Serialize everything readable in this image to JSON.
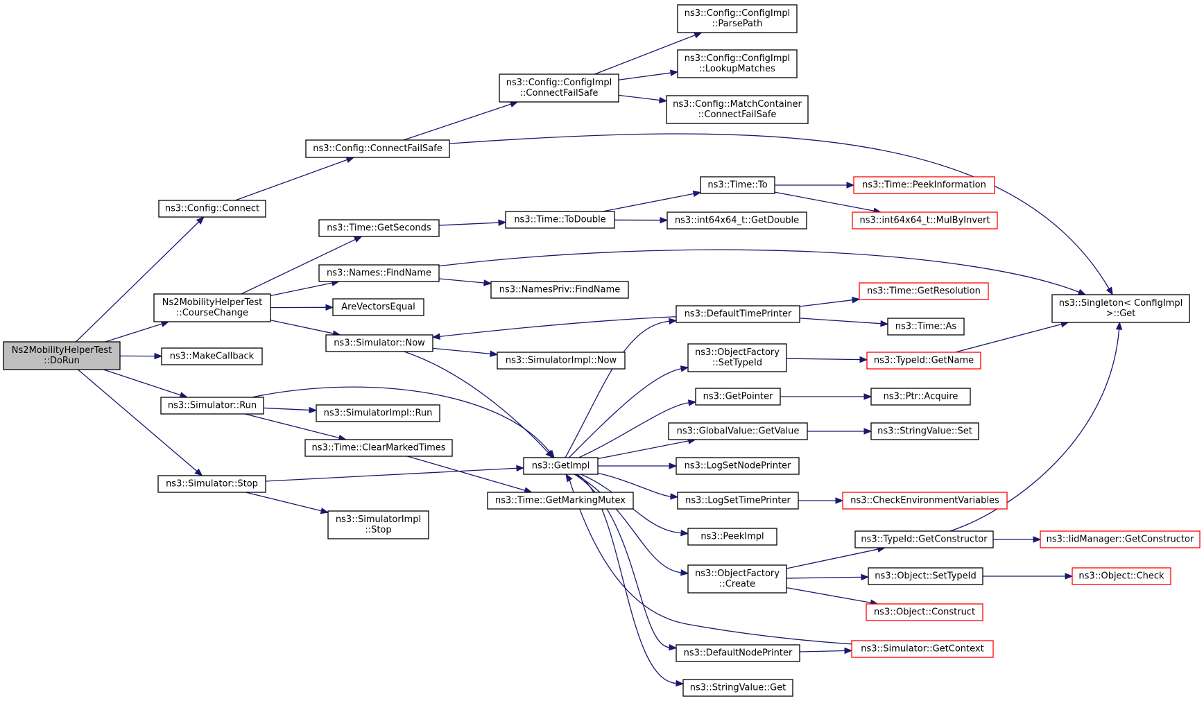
{
  "colors": {
    "edge": "#191970",
    "border_ok": "#000000",
    "border_truncated": "#ff0000",
    "root_fill": "#bfbfbf"
  },
  "nodes": [
    {
      "id": "dorun",
      "lines": [
        "Ns2MobilityHelperTest",
        "::DoRun"
      ],
      "style": "root"
    },
    {
      "id": "config_connect",
      "lines": [
        "ns3::Config::Connect"
      ]
    },
    {
      "id": "course_change",
      "lines": [
        "Ns2MobilityHelperTest",
        "::CourseChange"
      ]
    },
    {
      "id": "make_callback",
      "lines": [
        "ns3::MakeCallback"
      ]
    },
    {
      "id": "sim_run",
      "lines": [
        "ns3::Simulator::Run"
      ]
    },
    {
      "id": "sim_stop",
      "lines": [
        "ns3::Simulator::Stop"
      ]
    },
    {
      "id": "config_cfs",
      "lines": [
        "ns3::Config::ConnectFailSafe"
      ]
    },
    {
      "id": "cfgimpl_cfs",
      "lines": [
        "ns3::Config::ConfigImpl",
        "::ConnectFailSafe"
      ]
    },
    {
      "id": "parse_path",
      "lines": [
        "ns3::Config::ConfigImpl",
        "::ParsePath"
      ]
    },
    {
      "id": "lookup_matches",
      "lines": [
        "ns3::Config::ConfigImpl",
        "::LookupMatches"
      ]
    },
    {
      "id": "match_cfs",
      "lines": [
        "ns3::Config::MatchContainer",
        "::ConnectFailSafe"
      ]
    },
    {
      "id": "singleton_get",
      "lines": [
        "ns3::Singleton< ConfigImpl",
        ">::Get"
      ]
    },
    {
      "id": "time_getseconds",
      "lines": [
        "ns3::Time::GetSeconds"
      ]
    },
    {
      "id": "time_todouble",
      "lines": [
        "ns3::Time::ToDouble"
      ]
    },
    {
      "id": "time_to",
      "lines": [
        "ns3::Time::To"
      ]
    },
    {
      "id": "peek_information",
      "lines": [
        "ns3::Time::PeekInformation"
      ],
      "style": "red"
    },
    {
      "id": "mulbyinvert",
      "lines": [
        "ns3::int64x64_t::MulByInvert"
      ],
      "style": "red"
    },
    {
      "id": "getdouble",
      "lines": [
        "ns3::int64x64_t::GetDouble"
      ]
    },
    {
      "id": "names_findname",
      "lines": [
        "ns3::Names::FindName"
      ]
    },
    {
      "id": "namespriv_findname",
      "lines": [
        "ns3::NamesPriv::FindName"
      ]
    },
    {
      "id": "are_vectors_equal",
      "lines": [
        "AreVectorsEqual"
      ]
    },
    {
      "id": "sim_now",
      "lines": [
        "ns3::Simulator::Now"
      ]
    },
    {
      "id": "simimpl_now",
      "lines": [
        "ns3::SimulatorImpl::Now"
      ]
    },
    {
      "id": "simimpl_run",
      "lines": [
        "ns3::SimulatorImpl::Run"
      ]
    },
    {
      "id": "clear_marked",
      "lines": [
        "ns3::Time::ClearMarkedTimes"
      ]
    },
    {
      "id": "marking_mutex",
      "lines": [
        "ns3::Time::GetMarkingMutex"
      ]
    },
    {
      "id": "simimpl_stop",
      "lines": [
        "ns3::SimulatorImpl",
        "::Stop"
      ]
    },
    {
      "id": "getimpl",
      "lines": [
        "ns3::GetImpl"
      ]
    },
    {
      "id": "default_time_printer",
      "lines": [
        "ns3::DefaultTimePrinter"
      ]
    },
    {
      "id": "get_resolution",
      "lines": [
        "ns3::Time::GetResolution"
      ],
      "style": "red"
    },
    {
      "id": "time_as",
      "lines": [
        "ns3::Time::As"
      ]
    },
    {
      "id": "of_settypeid",
      "lines": [
        "ns3::ObjectFactory",
        "::SetTypeId"
      ]
    },
    {
      "id": "typeid_getname",
      "lines": [
        "ns3::TypeId::GetName"
      ],
      "style": "red"
    },
    {
      "id": "getpointer",
      "lines": [
        "ns3::GetPointer"
      ]
    },
    {
      "id": "ptr_acquire",
      "lines": [
        "ns3::Ptr::Acquire"
      ]
    },
    {
      "id": "gv_getvalue",
      "lines": [
        "ns3::GlobalValue::GetValue"
      ]
    },
    {
      "id": "stringvalue_set",
      "lines": [
        "ns3::StringValue::Set"
      ]
    },
    {
      "id": "logsetnodeprinter",
      "lines": [
        "ns3::LogSetNodePrinter"
      ]
    },
    {
      "id": "logsettimeprinter",
      "lines": [
        "ns3::LogSetTimePrinter"
      ]
    },
    {
      "id": "check_env",
      "lines": [
        "ns3::CheckEnvironmentVariables"
      ],
      "style": "red"
    },
    {
      "id": "peekimpl",
      "lines": [
        "ns3::PeekImpl"
      ]
    },
    {
      "id": "typeid_getconstructor",
      "lines": [
        "ns3::TypeId::GetConstructor"
      ]
    },
    {
      "id": "iidmanager_getconstructor",
      "lines": [
        "ns3::IidManager::GetConstructor"
      ],
      "style": "red"
    },
    {
      "id": "of_create",
      "lines": [
        "ns3::ObjectFactory",
        "::Create"
      ]
    },
    {
      "id": "object_settypeid",
      "lines": [
        "ns3::Object::SetTypeId"
      ]
    },
    {
      "id": "object_check",
      "lines": [
        "ns3::Object::Check"
      ],
      "style": "red"
    },
    {
      "id": "object_construct",
      "lines": [
        "ns3::Object::Construct"
      ],
      "style": "red"
    },
    {
      "id": "sim_getcontext",
      "lines": [
        "ns3::Simulator::GetContext"
      ],
      "style": "red"
    },
    {
      "id": "default_node_printer",
      "lines": [
        "ns3::DefaultNodePrinter"
      ]
    },
    {
      "id": "stringvalue_get",
      "lines": [
        "ns3::StringValue::Get"
      ]
    }
  ],
  "edges": [
    [
      "dorun",
      "config_connect"
    ],
    [
      "dorun",
      "course_change"
    ],
    [
      "dorun",
      "make_callback"
    ],
    [
      "dorun",
      "sim_run"
    ],
    [
      "dorun",
      "sim_stop"
    ],
    [
      "config_connect",
      "config_cfs"
    ],
    [
      "config_cfs",
      "cfgimpl_cfs"
    ],
    [
      "config_cfs",
      "singleton_get"
    ],
    [
      "cfgimpl_cfs",
      "parse_path"
    ],
    [
      "cfgimpl_cfs",
      "lookup_matches"
    ],
    [
      "cfgimpl_cfs",
      "match_cfs"
    ],
    [
      "course_change",
      "time_getseconds"
    ],
    [
      "course_change",
      "names_findname"
    ],
    [
      "course_change",
      "are_vectors_equal"
    ],
    [
      "course_change",
      "sim_now"
    ],
    [
      "time_getseconds",
      "time_todouble"
    ],
    [
      "time_todouble",
      "time_to"
    ],
    [
      "time_todouble",
      "getdouble"
    ],
    [
      "time_to",
      "peek_information"
    ],
    [
      "time_to",
      "mulbyinvert"
    ],
    [
      "names_findname",
      "namespriv_findname"
    ],
    [
      "names_findname",
      "singleton_get"
    ],
    [
      "sim_now",
      "simimpl_now"
    ],
    [
      "sim_now",
      "getimpl"
    ],
    [
      "sim_run",
      "simimpl_run"
    ],
    [
      "sim_run",
      "clear_marked"
    ],
    [
      "sim_run",
      "getimpl"
    ],
    [
      "clear_marked",
      "marking_mutex"
    ],
    [
      "sim_stop",
      "getimpl"
    ],
    [
      "sim_stop",
      "simimpl_stop"
    ],
    [
      "getimpl",
      "default_time_printer"
    ],
    [
      "getimpl",
      "of_settypeid"
    ],
    [
      "getimpl",
      "getpointer"
    ],
    [
      "getimpl",
      "gv_getvalue"
    ],
    [
      "getimpl",
      "logsetnodeprinter"
    ],
    [
      "getimpl",
      "logsettimeprinter"
    ],
    [
      "getimpl",
      "peekimpl"
    ],
    [
      "getimpl",
      "of_create"
    ],
    [
      "getimpl",
      "default_node_printer"
    ],
    [
      "getimpl",
      "stringvalue_get"
    ],
    [
      "default_time_printer",
      "sim_now"
    ],
    [
      "default_time_printer",
      "get_resolution"
    ],
    [
      "default_time_printer",
      "time_as"
    ],
    [
      "of_settypeid",
      "typeid_getname"
    ],
    [
      "typeid_getname",
      "singleton_get"
    ],
    [
      "getpointer",
      "ptr_acquire"
    ],
    [
      "gv_getvalue",
      "stringvalue_set"
    ],
    [
      "logsettimeprinter",
      "check_env"
    ],
    [
      "of_create",
      "typeid_getconstructor"
    ],
    [
      "of_create",
      "object_settypeid"
    ],
    [
      "of_create",
      "object_construct"
    ],
    [
      "typeid_getconstructor",
      "iidmanager_getconstructor"
    ],
    [
      "typeid_getconstructor",
      "singleton_get"
    ],
    [
      "object_settypeid",
      "object_check"
    ],
    [
      "default_node_printer",
      "sim_getcontext"
    ],
    [
      "sim_getcontext",
      "getimpl"
    ]
  ]
}
